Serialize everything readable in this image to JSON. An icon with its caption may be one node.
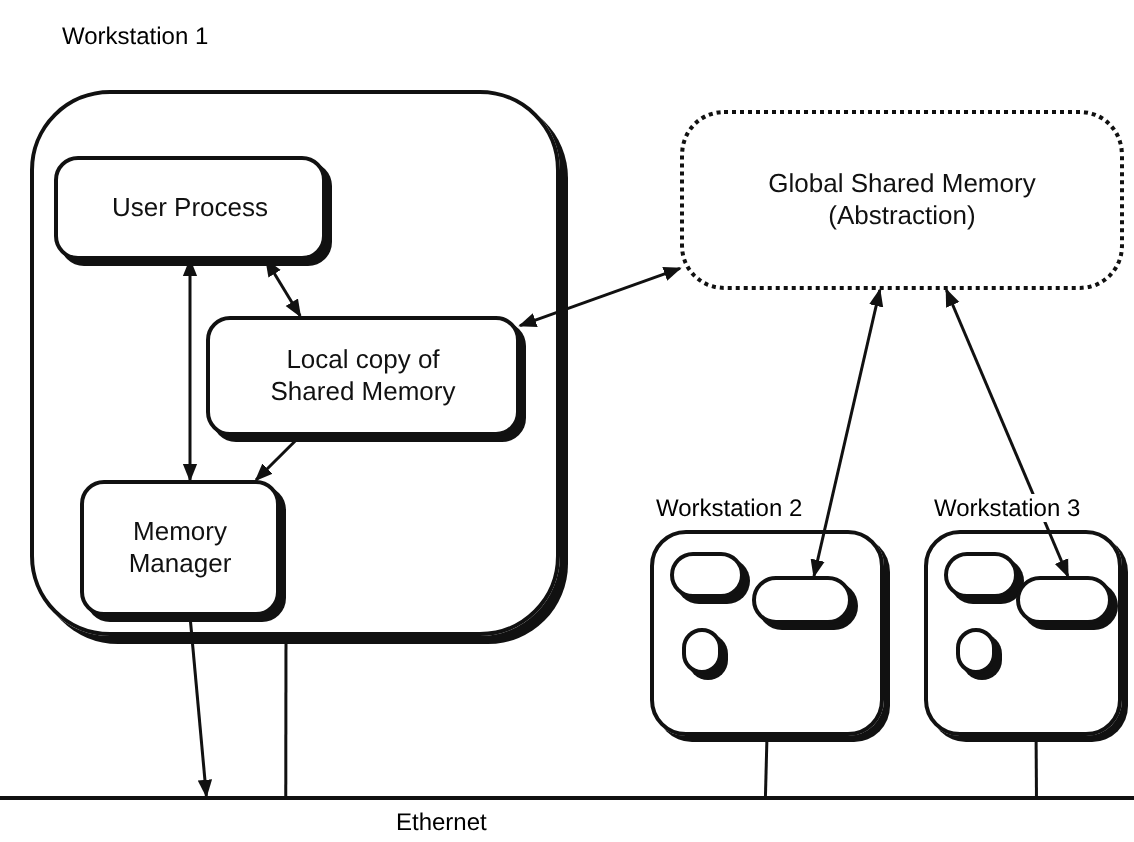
{
  "diagram": {
    "nodes": [
      {
        "text": [
          "Workstation 1"
        ]
      },
      {
        "text": [
          "User Process"
        ],
        "in": 0
      },
      {
        "text": [
          "Local copy of Shared Memory"
        ],
        "in": 0
      },
      {
        "text": [
          "Memory Manager"
        ],
        "in": 0
      },
      {
        "text": [
          "Global Shared Memory (Abstraction)"
        ]
      },
      {
        "text": [
          "Workstation 2"
        ]
      },
      {
        "text": [],
        "shape": "box",
        "in": 5
      },
      {
        "text": [],
        "shape": "box",
        "in": 5
      },
      {
        "text": [],
        "shape": "box",
        "in": 5
      },
      {
        "text": [
          "Workstation 3"
        ]
      },
      {
        "text": [],
        "shape": "box",
        "in": 9
      },
      {
        "text": [],
        "shape": "box",
        "in": 9
      },
      {
        "text": [],
        "shape": "box",
        "in": 9
      },
      {
        "text": [
          "Ethernet"
        ]
      }
    ],
    "edges": [
      {
        "from": 1,
        "to": 3,
        "arrow": "both"
      },
      {
        "from": 1,
        "to": 2,
        "arrow": "both"
      },
      {
        "from": 2,
        "to": 3,
        "arrow": "to"
      },
      {
        "from": 2,
        "to": 4,
        "arrow": "both"
      },
      {
        "from": 4,
        "to": 7,
        "arrow": "both"
      },
      {
        "from": 4,
        "to": 11,
        "arrow": "both"
      },
      {
        "from": 3,
        "to": 13,
        "arrow": "to"
      },
      {
        "from": 0,
        "to": 13,
        "arrow": "none"
      },
      {
        "from": 5,
        "to": 13,
        "arrow": "none"
      },
      {
        "from": 9,
        "to": 13,
        "arrow": "none"
      }
    ]
  }
}
